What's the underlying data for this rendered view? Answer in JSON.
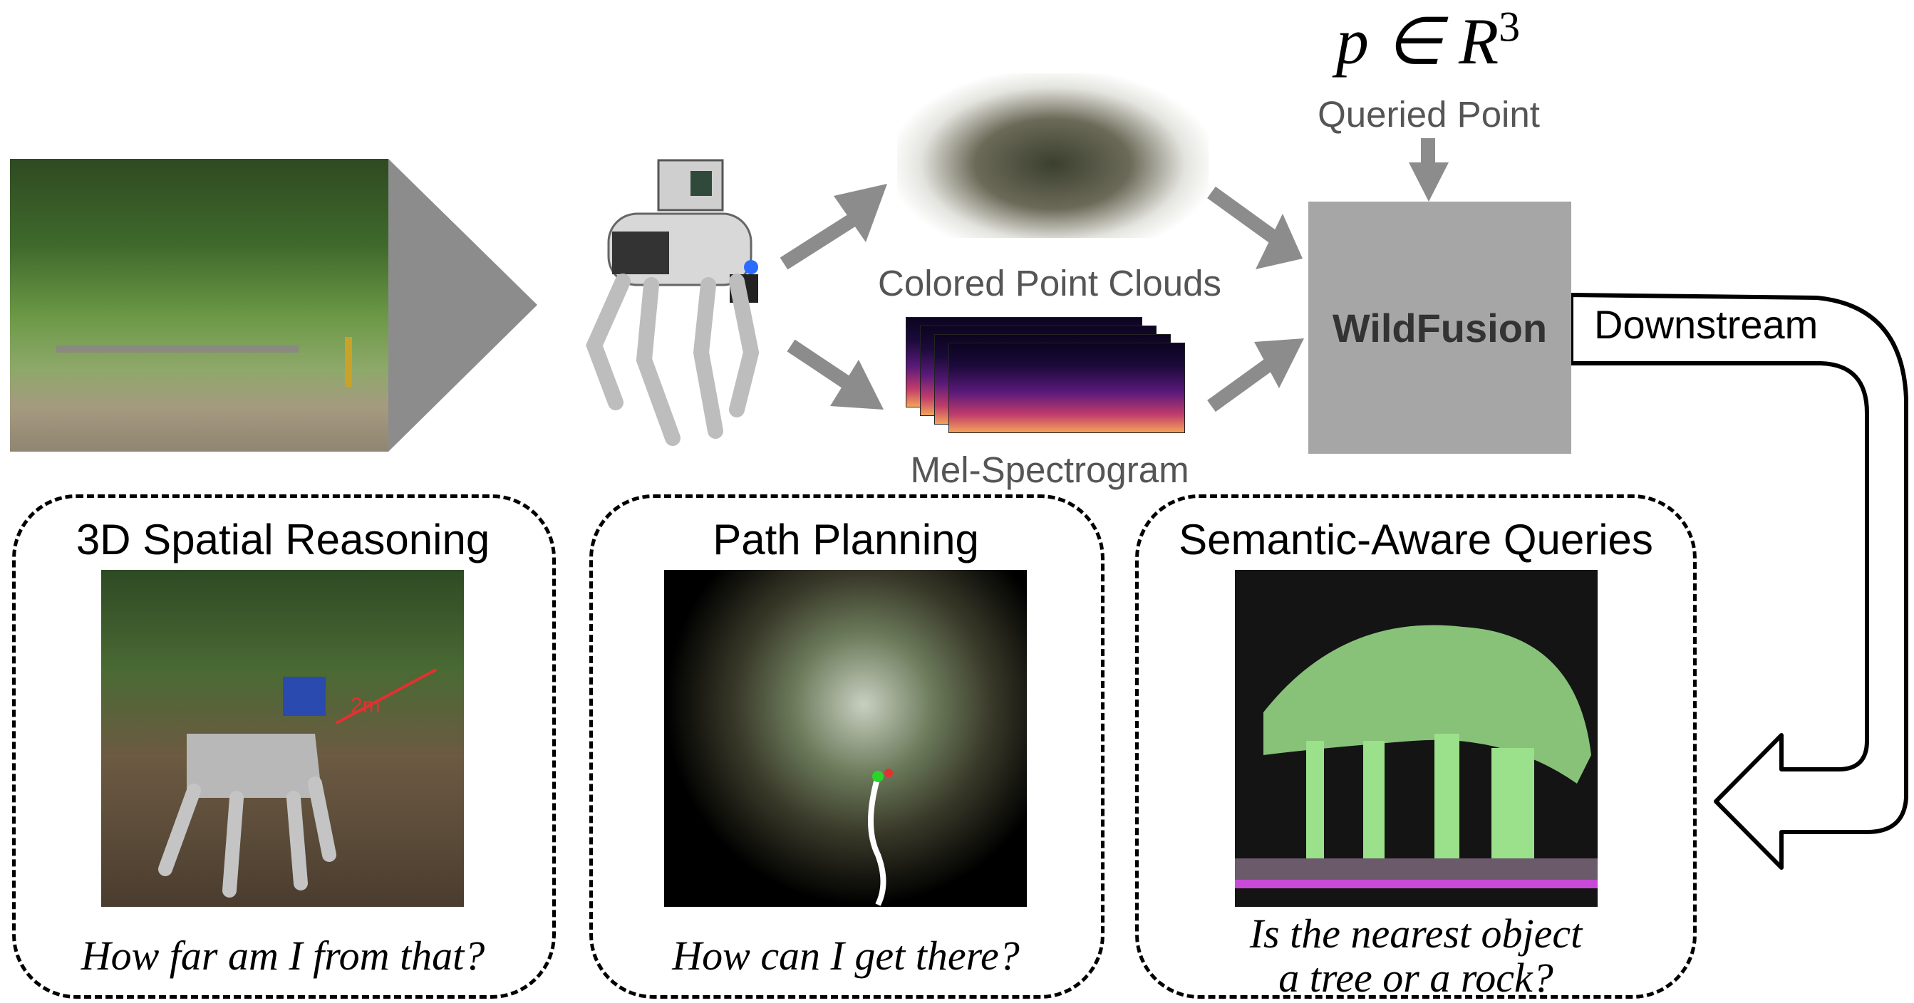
{
  "top": {
    "formula": {
      "base": "p ∈ R",
      "exponent": "3"
    },
    "queried_point_label": "Queried Point",
    "point_cloud_label": "Colored Point Clouds",
    "spectrogram_label": "Mel-Spectrogram",
    "model_label": "WildFusion",
    "downstream_label": "Downstream"
  },
  "panels": [
    {
      "title": "3D Spatial Reasoning",
      "caption": "How far am I from that?",
      "annotation": "2m"
    },
    {
      "title": "Path Planning",
      "caption": "How can I get there?"
    },
    {
      "title": "Semantic-Aware Queries",
      "caption_line1": "Is the nearest object",
      "caption_line2": "a tree or a rock?"
    }
  ],
  "colors": {
    "arrow_gray": "#8c8c8c",
    "box_gray": "#a6a6a6",
    "semantic_green": "#9be08a",
    "semantic_magenta": "#c84ad8"
  }
}
